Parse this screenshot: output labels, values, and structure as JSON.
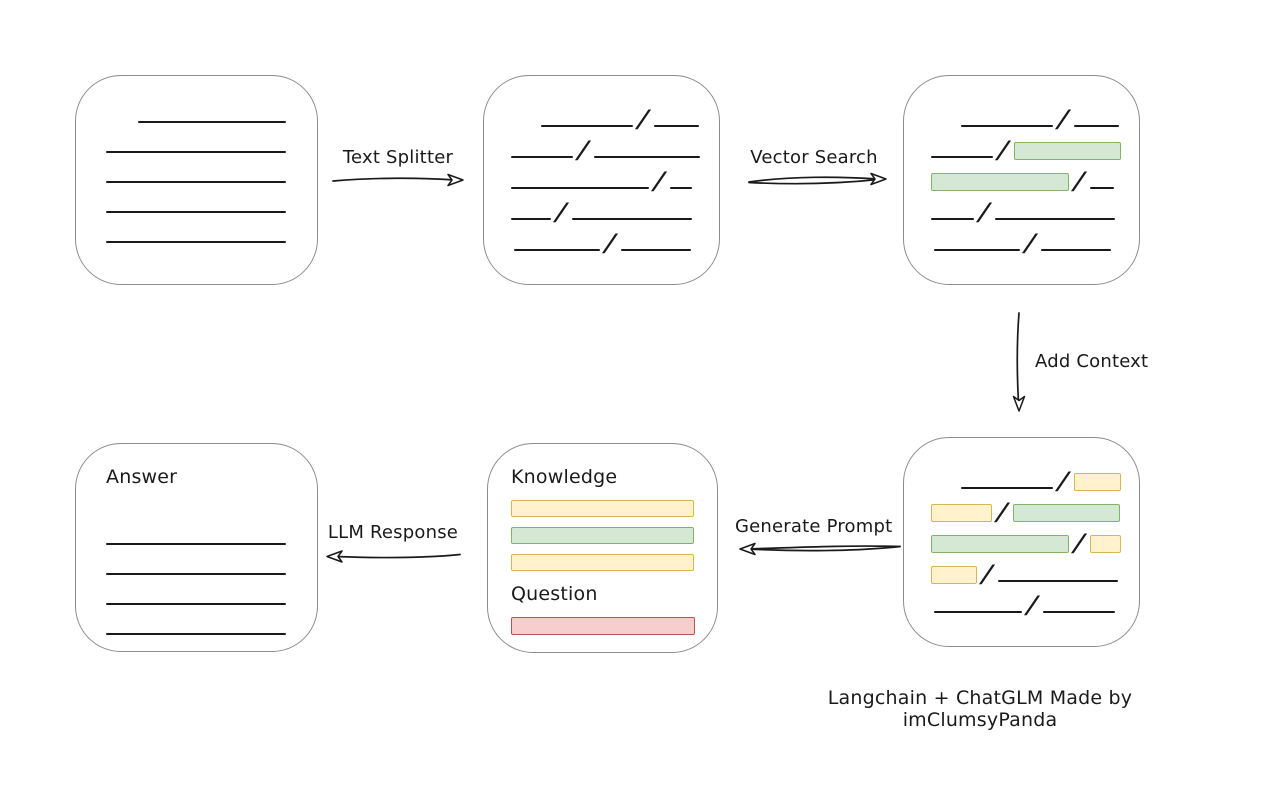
{
  "caption": "Langchain + ChatGLM Made by imClumsyPanda",
  "arrows": {
    "text_splitter": {
      "label": "Text Splitter"
    },
    "vector_search": {
      "label": "Vector Search"
    },
    "add_context": {
      "label": "Add Context"
    },
    "generate_prompt": {
      "label": "Generate Prompt"
    },
    "llm_response": {
      "label": "LLM Response"
    }
  },
  "boxes": {
    "document": {
      "lines": [
        {
          "indent": 32,
          "w": 148
        },
        {
          "indent": 0,
          "w": 180
        },
        {
          "indent": 0,
          "w": 180
        },
        {
          "indent": 0,
          "w": 180
        },
        {
          "indent": 0,
          "w": 180
        }
      ]
    },
    "split_chunks": {
      "rows": [
        {
          "indent": 30,
          "segments": [
            {
              "kind": "line",
              "w": 92
            },
            {
              "kind": "line",
              "w": 45
            }
          ]
        },
        {
          "indent": 0,
          "segments": [
            {
              "kind": "line",
              "w": 62
            },
            {
              "kind": "line",
              "w": 106
            }
          ]
        },
        {
          "indent": 0,
          "segments": [
            {
              "kind": "line",
              "w": 138
            },
            {
              "kind": "line",
              "w": 22
            }
          ]
        },
        {
          "indent": 0,
          "segments": [
            {
              "kind": "line",
              "w": 40
            },
            {
              "kind": "line",
              "w": 120
            }
          ]
        },
        {
          "indent": 3,
          "segments": [
            {
              "kind": "line",
              "w": 86
            },
            {
              "kind": "line",
              "w": 70
            }
          ]
        }
      ]
    },
    "vector_results": {
      "rows": [
        {
          "indent": 30,
          "segments": [
            {
              "kind": "line",
              "w": 92
            },
            {
              "kind": "line",
              "w": 45
            }
          ]
        },
        {
          "indent": 0,
          "segments": [
            {
              "kind": "line",
              "w": 62
            },
            {
              "kind": "green",
              "w": 107
            }
          ]
        },
        {
          "indent": 0,
          "segments": [
            {
              "kind": "green",
              "w": 138
            },
            {
              "kind": "line",
              "w": 24
            }
          ]
        },
        {
          "indent": 0,
          "segments": [
            {
              "kind": "line",
              "w": 43
            },
            {
              "kind": "line",
              "w": 120
            }
          ]
        },
        {
          "indent": 3,
          "segments": [
            {
              "kind": "line",
              "w": 86
            },
            {
              "kind": "line",
              "w": 70
            }
          ]
        }
      ]
    },
    "context_chunks": {
      "rows": [
        {
          "indent": 30,
          "segments": [
            {
              "kind": "line",
              "w": 92
            },
            {
              "kind": "yellow",
              "w": 47
            }
          ]
        },
        {
          "indent": 0,
          "segments": [
            {
              "kind": "yellow",
              "w": 61
            },
            {
              "kind": "green",
              "w": 107
            }
          ]
        },
        {
          "indent": 0,
          "segments": [
            {
              "kind": "green",
              "w": 138
            },
            {
              "kind": "yellow",
              "w": 31
            }
          ]
        },
        {
          "indent": 0,
          "segments": [
            {
              "kind": "yellow",
              "w": 46
            },
            {
              "kind": "line",
              "w": 120
            }
          ]
        },
        {
          "indent": 3,
          "segments": [
            {
              "kind": "line",
              "w": 88
            },
            {
              "kind": "line",
              "w": 72
            }
          ]
        }
      ]
    },
    "prompt": {
      "knowledge_label": "Knowledge",
      "question_label": "Question",
      "knowledge_bars": [
        {
          "kind": "yellow",
          "w": 183,
          "h": 17
        },
        {
          "kind": "green",
          "w": 183,
          "h": 17
        },
        {
          "kind": "yellow",
          "w": 183,
          "h": 17
        }
      ],
      "question_bars": [
        {
          "kind": "red",
          "w": 184,
          "h": 18
        }
      ]
    },
    "answer": {
      "title": "Answer",
      "lines": [
        {
          "indent": 0,
          "w": 180
        },
        {
          "indent": 0,
          "w": 180
        },
        {
          "indent": 0,
          "w": 180
        },
        {
          "indent": 0,
          "w": 180
        }
      ]
    }
  },
  "colors": {
    "ink": "#1a1a1a",
    "box_border": "#8c8c8c",
    "green_fill": "#d5e8d4",
    "green_stroke": "#82b366",
    "yellow_fill": "#fff2cc",
    "yellow_stroke": "#d6b656",
    "red_fill": "#f8cecc",
    "red_stroke": "#b85450"
  }
}
